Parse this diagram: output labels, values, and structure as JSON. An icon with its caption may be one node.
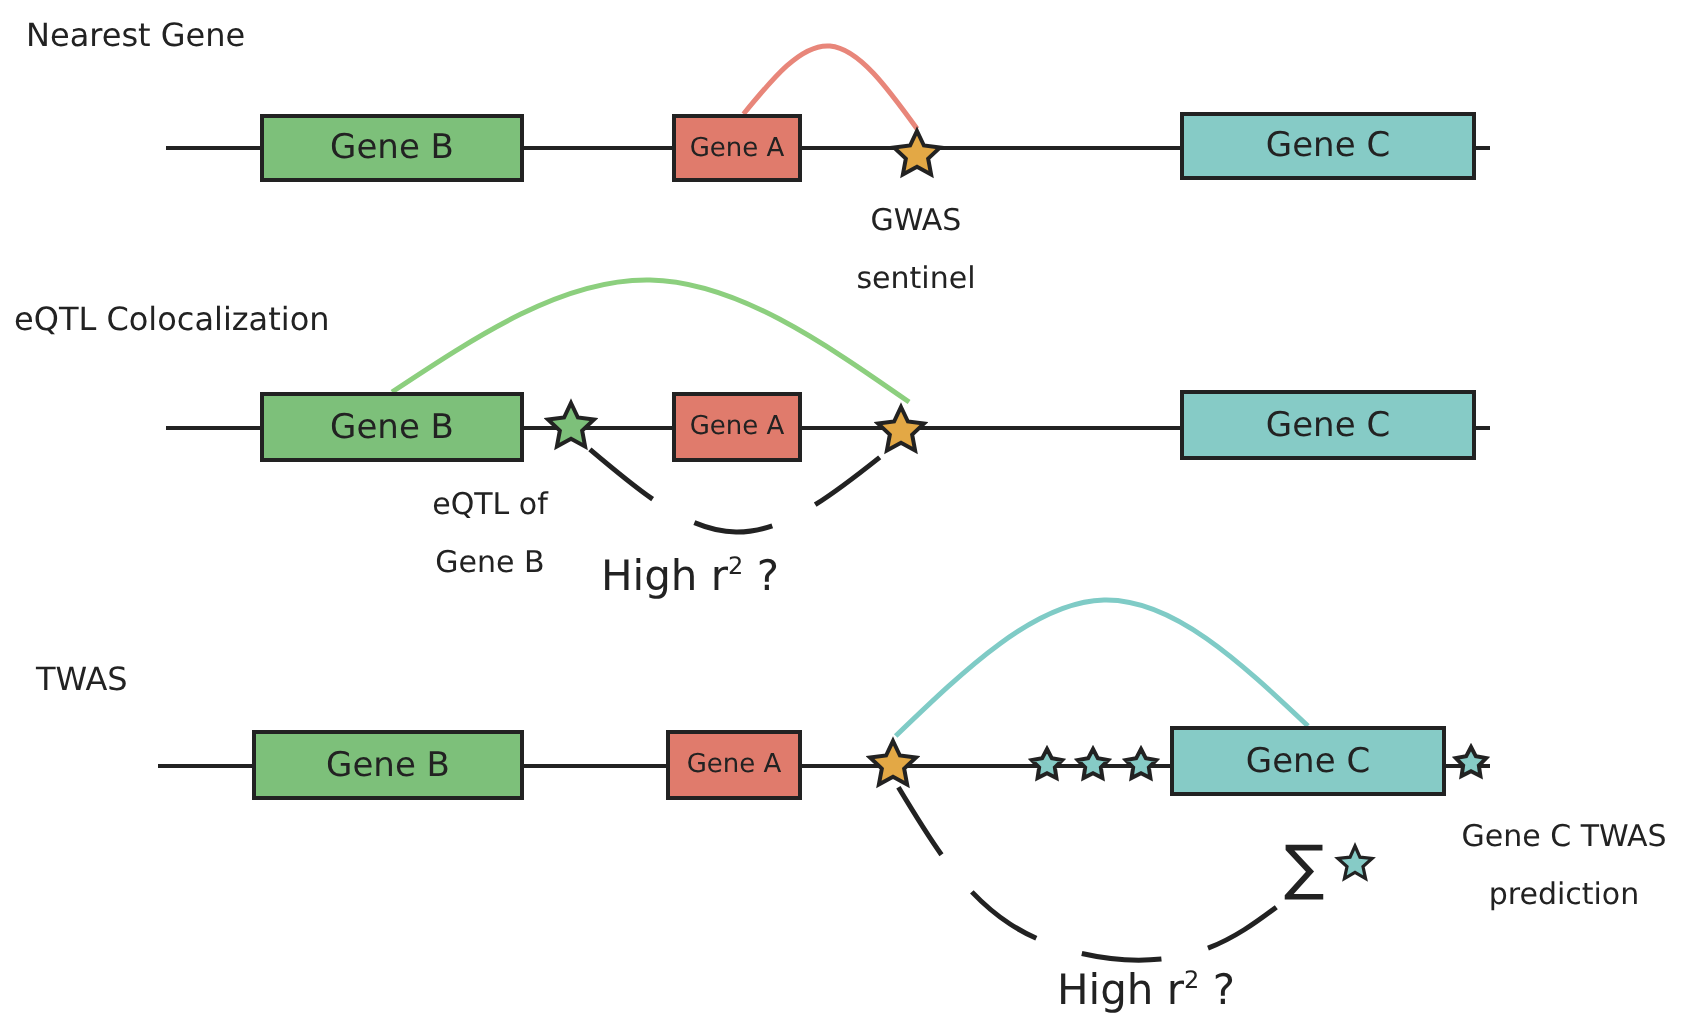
{
  "diagram": {
    "nodes": [
      {
        "text": [
          "Gene B"
        ]
      },
      {
        "text": [
          "Gene A"
        ]
      },
      {
        "text": [],
        "shape": "star",
        "beside": [
          "GWAS sentinel"
        ]
      },
      {
        "text": [
          "Gene C"
        ]
      },
      {
        "text": [
          "Gene B"
        ]
      },
      {
        "text": [],
        "shape": "star",
        "beside": [
          "eQTL of Gene B"
        ]
      },
      {
        "text": [
          "Gene A"
        ]
      },
      {
        "text": [],
        "shape": "star"
      },
      {
        "text": [
          "Gene C"
        ]
      },
      {
        "text": [
          "Gene B"
        ]
      },
      {
        "text": [
          "Gene A"
        ]
      },
      {
        "text": [],
        "shape": "star"
      },
      {
        "text": [],
        "shape": "star"
      },
      {
        "text": [],
        "shape": "star"
      },
      {
        "text": [],
        "shape": "star"
      },
      {
        "text": [
          "Gene C"
        ]
      },
      {
        "text": [],
        "shape": "star",
        "beside": [
          "Gene C TWAS prediction"
        ]
      },
      {
        "text": [
          "∑"
        ]
      }
    ],
    "edges": [
      {
        "from": 1,
        "to": 2,
        "arrow": "none",
        "color": "#e8867a"
      },
      {
        "from": 4,
        "to": 7,
        "arrow": "none",
        "color": "#8ccf7e"
      },
      {
        "from": 5,
        "to": 7,
        "arrow": "none",
        "style": "dashed",
        "label": "High r$^{2}$ ?"
      },
      {
        "from": 11,
        "to": 15,
        "arrow": "none",
        "color": "#7fcbc6"
      },
      {
        "from": 11,
        "to": 17,
        "arrow": "none",
        "style": "dashed",
        "label": "High r$^{2}$ ?"
      }
    ],
    "labels": [
      "Nearest Gene",
      "eQTL Colocalization",
      "TWAS"
    ]
  }
}
